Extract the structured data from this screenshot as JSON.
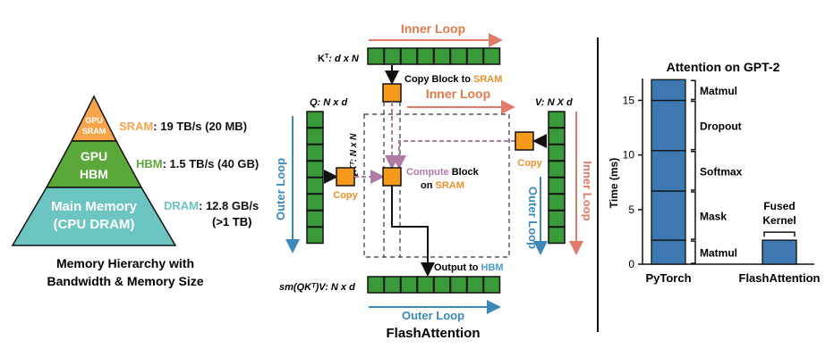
{
  "pyramid": {
    "level_top": [
      "GPU",
      "SRAM"
    ],
    "level_mid": [
      "GPU",
      "HBM"
    ],
    "level_bottom": [
      "Main Memory",
      "(CPU DRAM)"
    ],
    "sram_name": "SRAM",
    "sram_spec": ": 19 TB/s (20 MB)",
    "hbm_name": "HBM",
    "hbm_spec": ": 1.5 TB/s (40 GB)",
    "dram_name": "DRAM",
    "dram_spec": ": 12.8 GB/s",
    "dram_spec2": "(>1 TB)",
    "caption_line1": "Memory Hierarchy with",
    "caption_line2": "Bandwidth & Memory Size",
    "colors": {
      "sram": "#f7a44a",
      "hbm": "#5ba83a",
      "dram": "#6cc5c0",
      "outline": "#111111"
    }
  },
  "flash": {
    "inner_loop_top": "Inner Loop",
    "inner_loop_mid": "Inner Loop",
    "inner_loop_right": "Inner Loop",
    "outer_loop_left": "Outer Loop",
    "outer_loop_right": "Outer Loop",
    "outer_loop_bottom": "Outer Loop",
    "kt_label_main": "K",
    "kt_label_sup": "T",
    "kt_label_rest": ": d x N",
    "q_label": "Q: N x d",
    "v_label": "V: N X d",
    "qk_label": "QKᵀ: N x N",
    "copy_block_prefix": "Copy Block to ",
    "copy_block_sram": "SRAM",
    "copy_left": "Copy",
    "copy_right": "Copy",
    "compute_word": "Compute",
    "compute_rest": " Block",
    "on_word": "on ",
    "on_sram": "SRAM",
    "output_prefix": "Output to ",
    "output_hbm": "HBM",
    "sm_label": "sm(QKᵀ)V: N x d",
    "title": "FlashAttention",
    "colors": {
      "block": "#3a9a3a",
      "tile": "#f59a1b",
      "inner": "#e07a6a",
      "outer": "#3d88b8",
      "dashed": "#b07aa8",
      "copy_text": "#e8912a",
      "hbm_text": "#4a9bd0"
    }
  },
  "chart_data": {
    "type": "bar",
    "title": "Attention on GPT-2",
    "ylabel": "Time (ms)",
    "xlabel": "",
    "categories": [
      "PyTorch",
      "FlashAttention"
    ],
    "ylim": [
      0,
      17
    ],
    "yticks": [
      0,
      5,
      10,
      15
    ],
    "stacks": [
      {
        "category": "PyTorch",
        "segments": [
          {
            "name": "Matmul",
            "value": 2.2
          },
          {
            "name": "Mask",
            "value": 4.5
          },
          {
            "name": "Softmax",
            "value": 3.7
          },
          {
            "name": "Dropout",
            "value": 4.6
          },
          {
            "name": "Matmul",
            "value": 1.9
          }
        ]
      },
      {
        "category": "FlashAttention",
        "segments": [
          {
            "name": "Fused Kernel",
            "value": 2.2
          }
        ]
      }
    ],
    "segment_labels": [
      "Matmul",
      "Mask",
      "Softmax",
      "Dropout",
      "Matmul"
    ],
    "fused_label": [
      "Fused",
      "Kernel"
    ],
    "bar_color": "#3d78b0",
    "grid": false
  }
}
